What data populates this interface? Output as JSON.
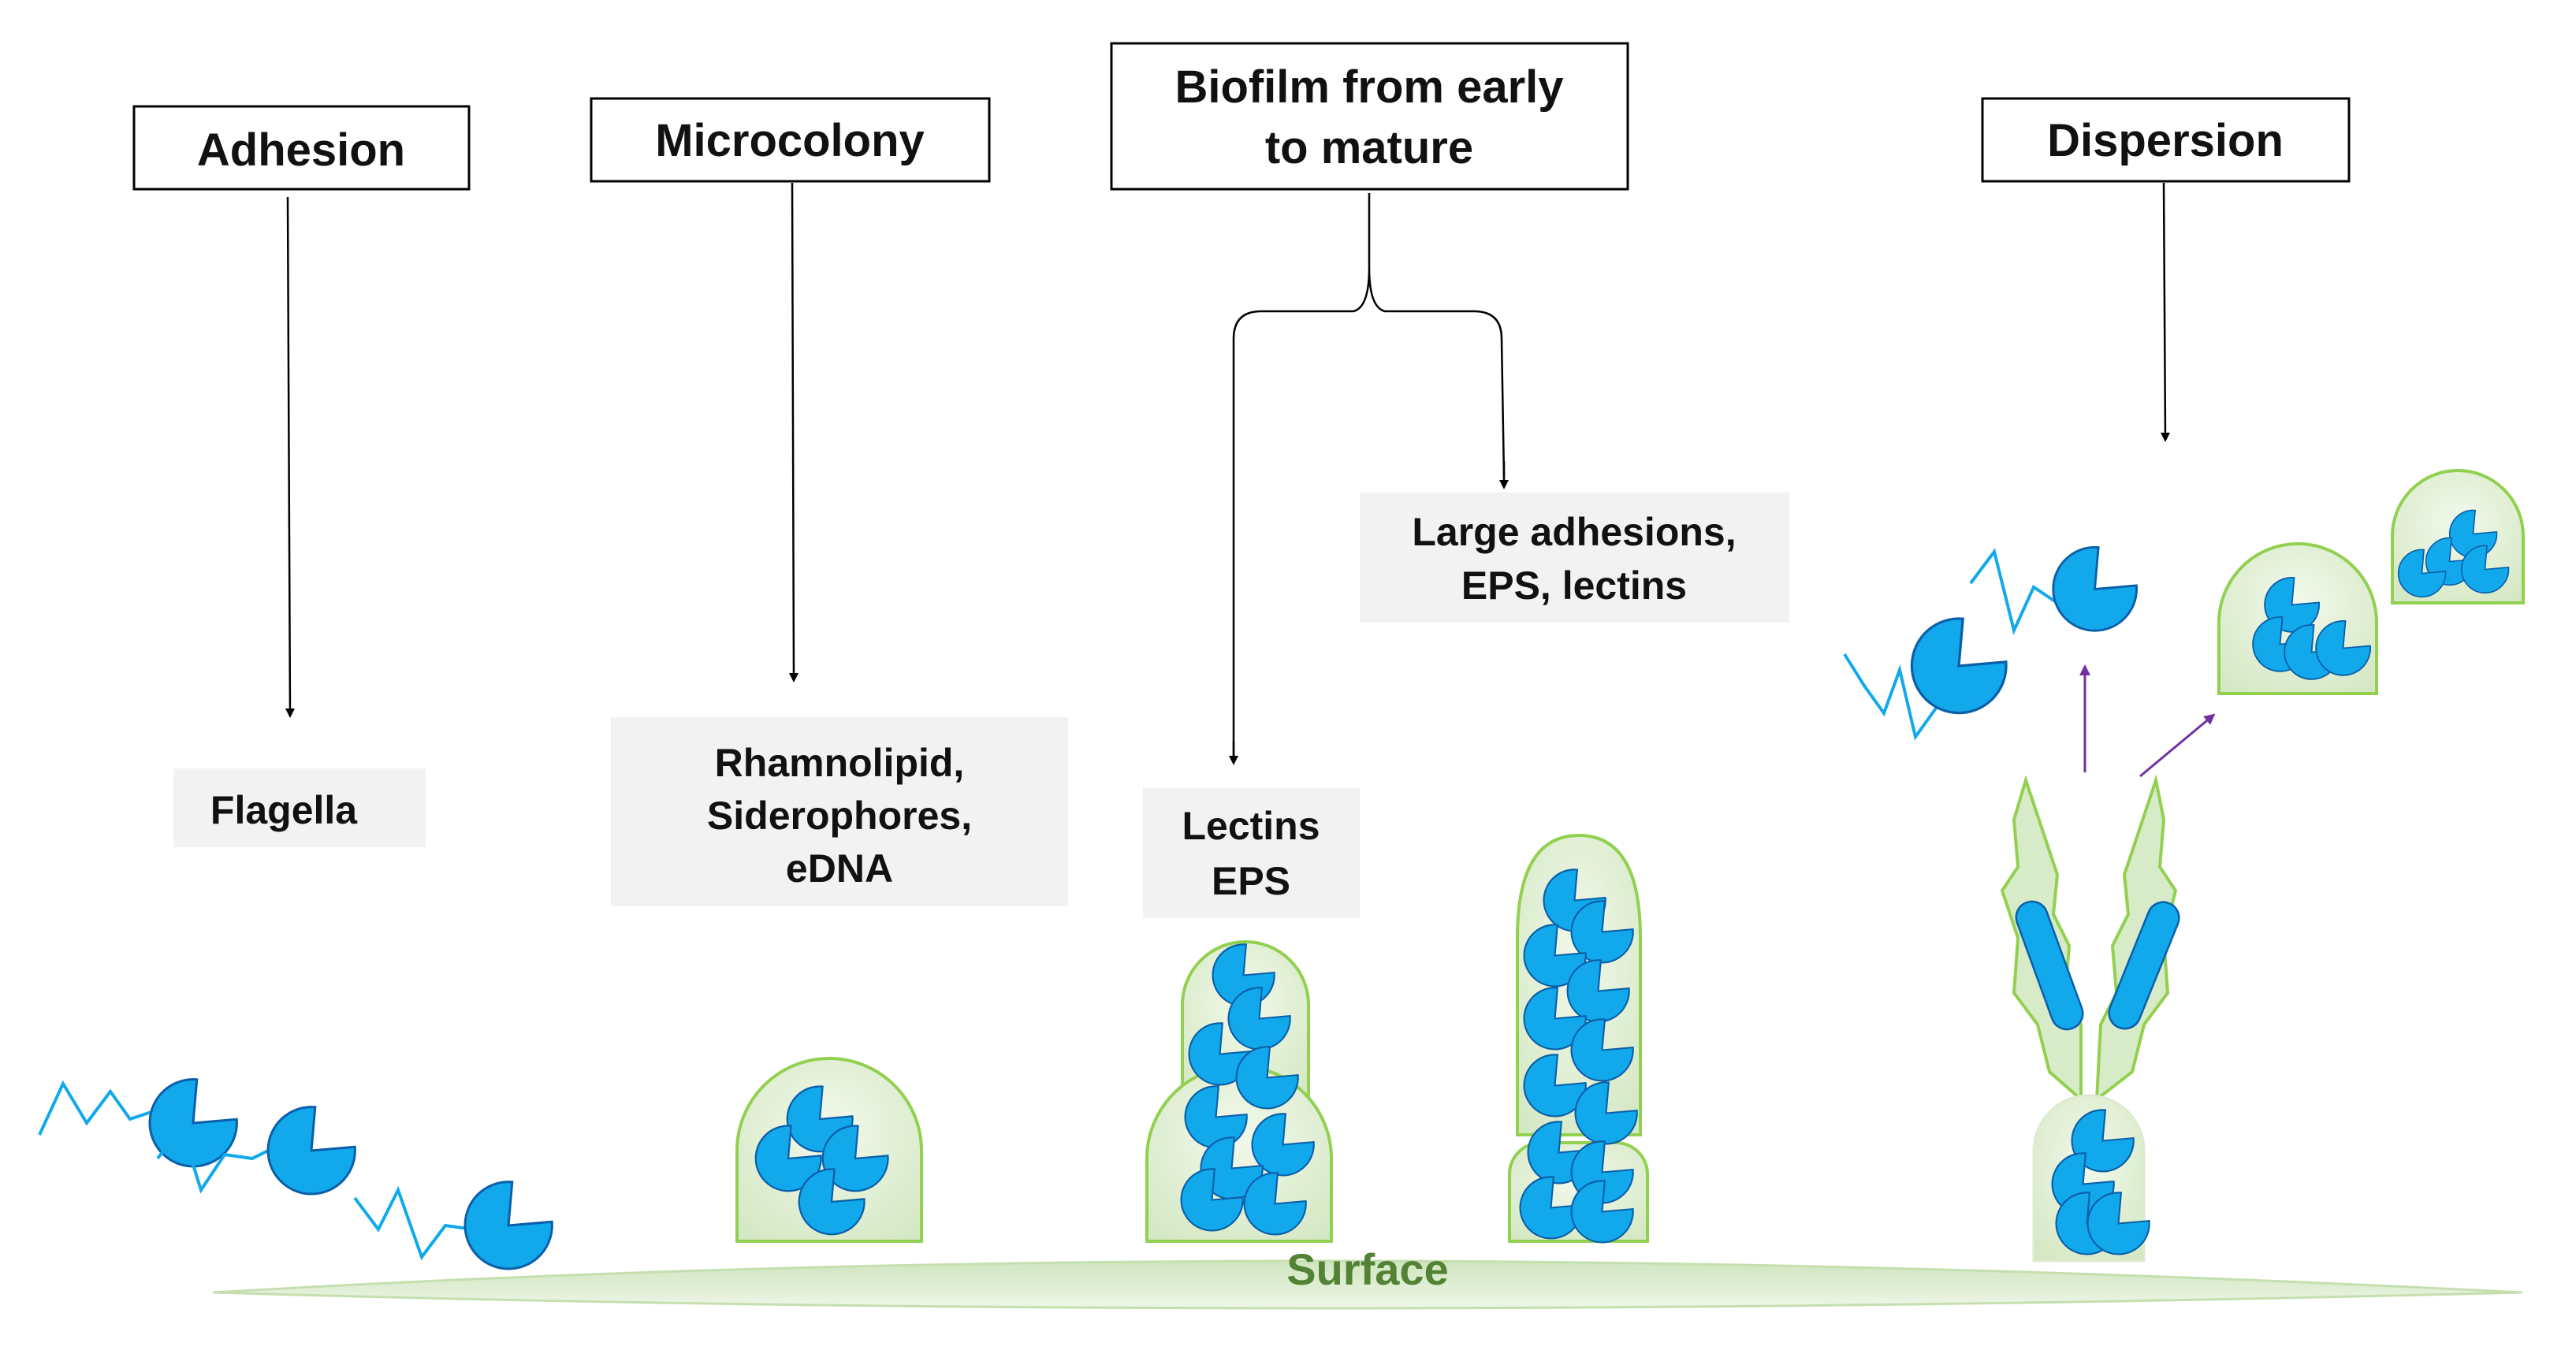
{
  "stages": {
    "adhesion": "Adhesion",
    "microcolony": "Microcolony",
    "biofilm_line1": "Biofilm from early",
    "biofilm_line2": "to mature",
    "dispersion": "Dispersion"
  },
  "notes": {
    "flagella": "Flagella",
    "microcolony_line1": "Rhamnolipid,",
    "microcolony_line2": "Siderophores,",
    "microcolony_line3": "eDNA",
    "early_line1": "Lectins",
    "early_line2": "EPS",
    "mature_line1": "Large adhesions,",
    "mature_line2": "EPS, lectins"
  },
  "surface_label": "Surface",
  "colors": {
    "bacterium": "#12A9EC",
    "bacterium_edge": "#0A5FA8",
    "flagellum": "#12A9EC",
    "matrix_fill": "#E6F2DD",
    "matrix_edge": "#92D050",
    "surface": "#E2EFD9",
    "surface_text": "#548235",
    "note_bg": "#F2F2F2",
    "arrow": "#000000",
    "dispersal_arrow": "#7030A0"
  }
}
